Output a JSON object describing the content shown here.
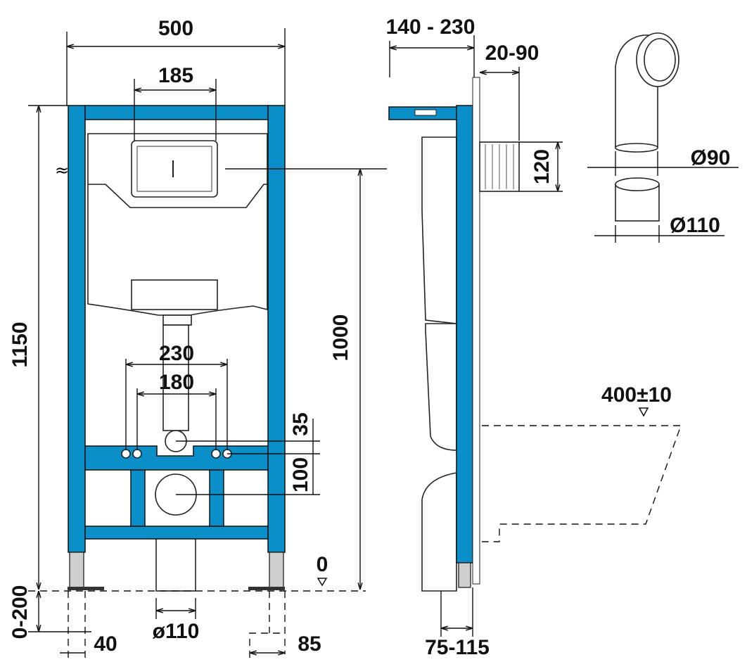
{
  "colors": {
    "frame": "#0a8fc8",
    "line": "#111111"
  },
  "front_view": {
    "width": "500",
    "flush_plate_width": "185",
    "height": "1150",
    "flush_height": "1000",
    "bolt_spacing_outer": "230",
    "bolt_spacing_inner": "180",
    "inlet_offset": "35",
    "outlet_offset": "100",
    "floor_level": "0",
    "leg_adjust": "0-200",
    "foot_offset": "40",
    "outlet_diameter": "ø110",
    "foot_width": "85"
  },
  "side_view": {
    "depth": "140 - 230",
    "wall_range": "20-90",
    "plate_height": "120",
    "seat_height": "400±10",
    "outlet_depth": "75-115"
  },
  "pipe_detail": {
    "small_diameter": "Ø90",
    "large_diameter": "Ø110"
  }
}
